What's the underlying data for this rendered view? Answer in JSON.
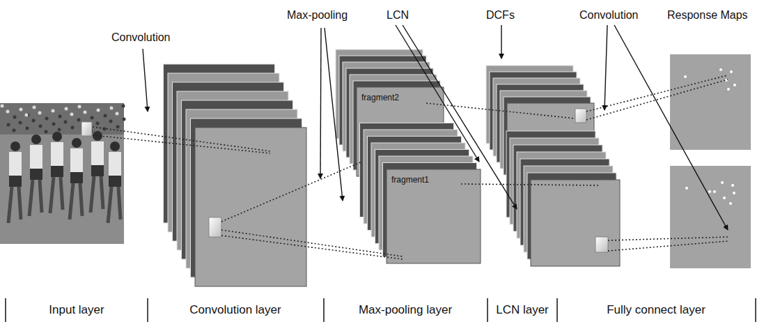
{
  "diagram": {
    "nodes": [
      {
        "text": [
          "fragment2"
        ]
      },
      {
        "text": [
          "fragment1"
        ]
      }
    ],
    "labels": [
      "Convolution",
      "Max-pooling",
      "LCN",
      "DCFs",
      "Convolution",
      "Response Maps",
      "Input layer",
      "Convolution layer",
      "Max-pooling layer",
      "LCN layer",
      "Fully connect layer"
    ]
  }
}
